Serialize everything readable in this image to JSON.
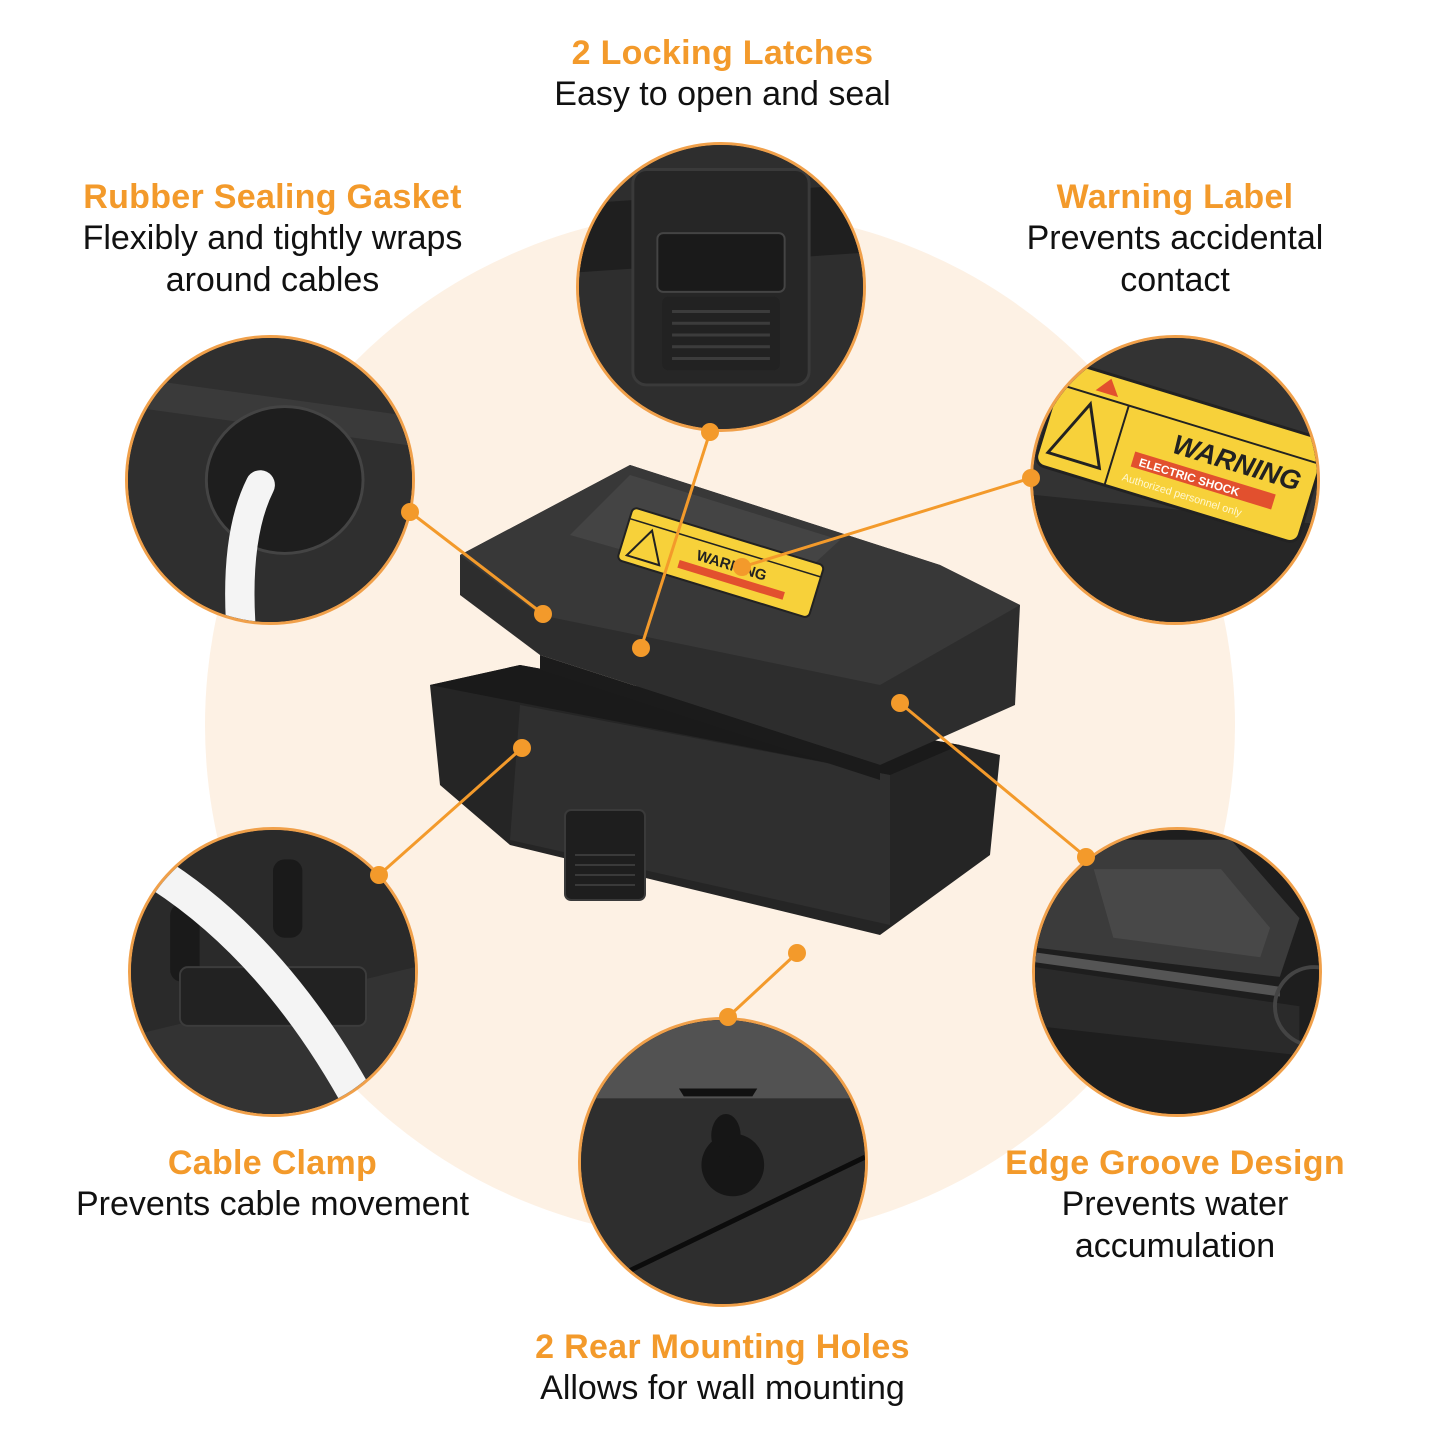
{
  "colors": {
    "accent": "#f39a2b",
    "background_circle": "#fdf1e4",
    "text": "#111111",
    "product_body": "#2b2b2b",
    "warning_yellow": "#f7d13a",
    "warning_red": "#e2502e"
  },
  "features": [
    {
      "id": "locking-latches",
      "title": "2 Locking Latches",
      "description": [
        "Easy to open and seal"
      ]
    },
    {
      "id": "rubber-gasket",
      "title": "Rubber Sealing Gasket",
      "description": [
        "Flexibly and tightly wraps",
        "around cables"
      ]
    },
    {
      "id": "warning-label",
      "title": "Warning Label",
      "description": [
        "Prevents accidental",
        "contact"
      ]
    },
    {
      "id": "cable-clamp",
      "title": "Cable Clamp",
      "description": [
        "Prevents cable movement"
      ]
    },
    {
      "id": "edge-groove",
      "title": "Edge Groove Design",
      "description": [
        "Prevents water",
        "accumulation"
      ]
    },
    {
      "id": "mounting-holes",
      "title": "2 Rear Mounting Holes",
      "description": [
        "Allows for wall mounting"
      ]
    }
  ],
  "warning_label": {
    "heading": "WARNING",
    "subheading": "ELECTRIC SHOCK",
    "note": "Authorized personnel only"
  }
}
